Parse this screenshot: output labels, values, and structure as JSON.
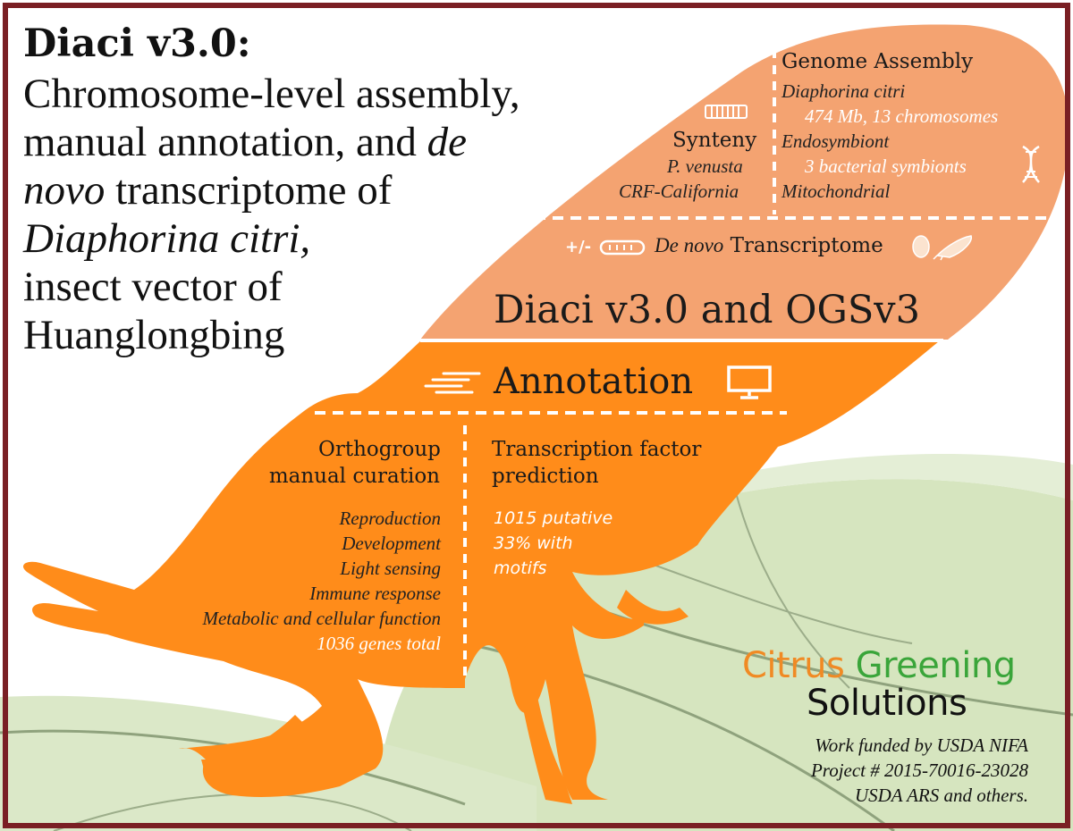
{
  "title": {
    "bold": "Diaci v3.0:",
    "lines": [
      [
        {
          "t": "Chromosome-level assembly,",
          "i": false
        }
      ],
      [
        {
          "t": "manual annotation, and ",
          "i": false
        },
        {
          "t": "de",
          "i": true
        }
      ],
      [
        {
          "t": "novo",
          "i": true
        },
        {
          "t": " transcriptome of",
          "i": false
        }
      ],
      [
        {
          "t": "Diaphorina citri,",
          "i": true
        }
      ],
      [
        {
          "t": "insect vector of",
          "i": false
        }
      ],
      [
        {
          "t": "Huanglongbing",
          "i": false
        }
      ]
    ]
  },
  "genome_assembly": {
    "heading": "Genome Assembly",
    "lines": [
      "Diaphorina citri",
      "474 Mb, 13 chromosomes",
      "Endosymbiont",
      "3 bacterial symbionts",
      "Mitochondrial"
    ]
  },
  "synteny": {
    "heading": "Synteny",
    "lines": [
      "P. venusta",
      "CRF-California"
    ]
  },
  "transcriptome": {
    "prefix": "+/-",
    "italic": "De novo",
    "rest": " Transcriptome"
  },
  "assembly_banner": "Diaci v3.0 and OGSv3",
  "annotation_banner": "Annotation",
  "orthogroup": {
    "heading_lines": [
      "Orthogroup",
      "manual curation"
    ],
    "items": [
      "Reproduction",
      "Development",
      "Light sensing",
      "Immune response",
      "Metabolic and cellular function",
      "1036 genes total"
    ]
  },
  "transcription_factor": {
    "heading_lines": [
      "Transcription factor",
      "prediction"
    ],
    "items": [
      "1015 putative",
      "33% with",
      "motifs"
    ]
  },
  "logo": {
    "word1": "Citrus",
    "word2": "Greening",
    "word3": "Solutions",
    "color1": "#f08a24",
    "color2": "#3aa53a",
    "color3": "#111111"
  },
  "credits": [
    "Work funded by USDA NIFA",
    "Project # 2015-70016-23028",
    "USDA ARS and others."
  ],
  "colors": {
    "frame": "#7a1f24",
    "light_orange": "#f4a371",
    "orange": "#ff8c1a",
    "leaf": "#c9dcae"
  },
  "icons": [
    "chromosome-icon",
    "dna-helix-icon",
    "bacterium-icon",
    "egg-icon",
    "psyllid-icon",
    "text-lines-icon",
    "monitor-icon"
  ]
}
